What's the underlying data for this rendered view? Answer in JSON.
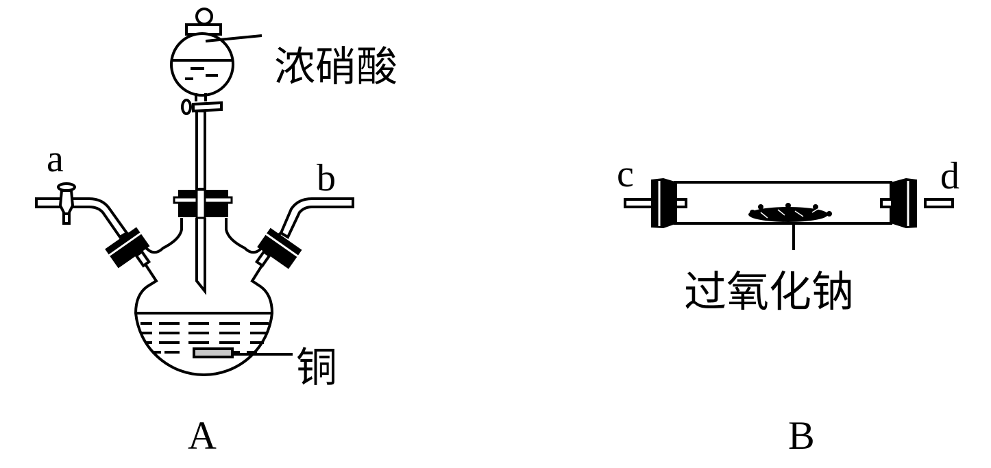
{
  "apparatus_a": {
    "caption": "A",
    "port_a_label": "a",
    "port_b_label": "b",
    "funnel_label": "浓硝酸",
    "metal_label": "铜"
  },
  "apparatus_b": {
    "caption": "B",
    "port_c_label": "c",
    "port_d_label": "d",
    "reagent_label": "过氧化钠"
  },
  "colors": {
    "line": "#000000",
    "copper": "#c8c8c8"
  }
}
